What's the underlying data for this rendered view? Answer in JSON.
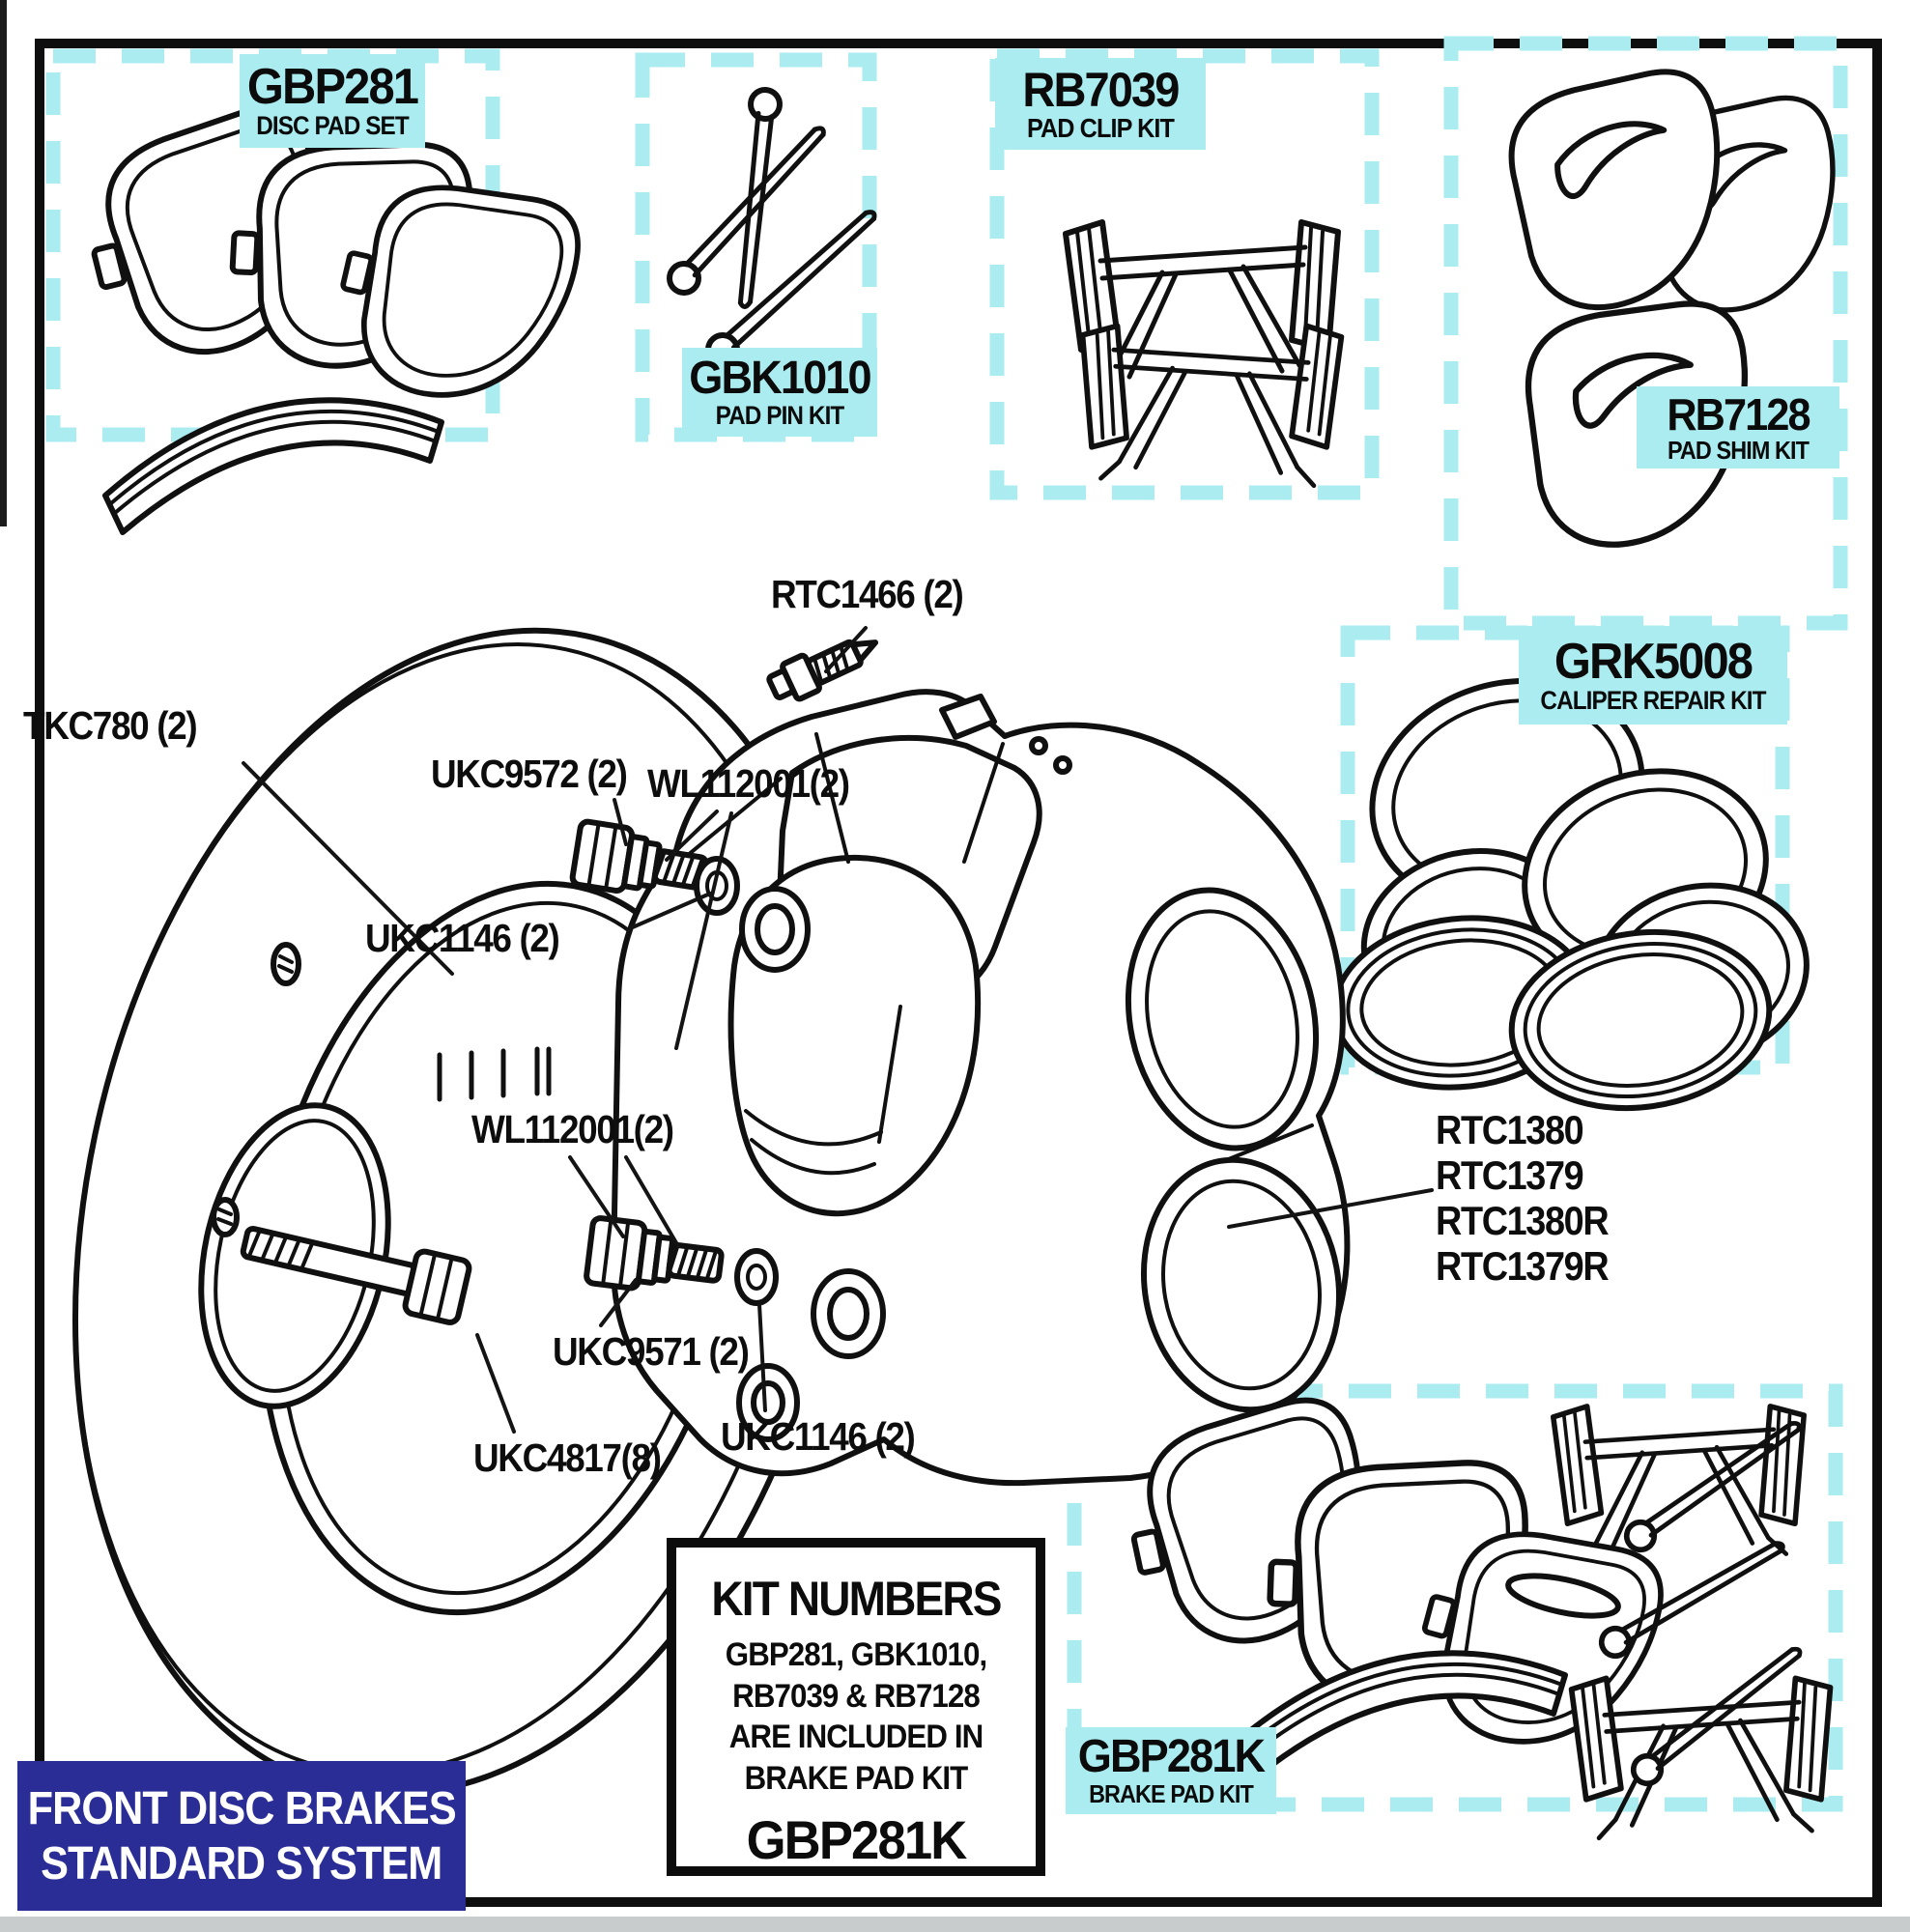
{
  "diagram": {
    "title_line1": "FRONT DISC BRAKES",
    "title_line2": "STANDARD SYSTEM",
    "colors": {
      "accent_cyan": "#abecf0",
      "title_blue": "#2b2d96",
      "ink": "#101010"
    },
    "kits": [
      {
        "code": "GBP281",
        "name": "DISC PAD SET"
      },
      {
        "code": "GBK1010",
        "name": "PAD PIN KIT"
      },
      {
        "code": "RB7039",
        "name": "PAD CLIP KIT"
      },
      {
        "code": "RB7128",
        "name": "PAD SHIM KIT"
      },
      {
        "code": "GRK5008",
        "name": "CALIPER REPAIR KIT"
      },
      {
        "code": "GBP281K",
        "name": "BRAKE PAD KIT"
      }
    ],
    "parts": [
      {
        "label": "RTC1466 (2)"
      },
      {
        "label": "TKC780 (2)"
      },
      {
        "label": "UKC9572 (2)"
      },
      {
        "label": "WL112001(2)"
      },
      {
        "label": "UKC1146 (2)"
      },
      {
        "label": "WL112001(2)"
      },
      {
        "label": "UKC9571 (2)"
      },
      {
        "label": "UKC4817(8)"
      },
      {
        "label": "UKC1146 (2)"
      }
    ],
    "caliper_part_numbers": [
      "RTC1380",
      "RTC1379",
      "RTC1380R",
      "RTC1379R"
    ],
    "kit_note": {
      "heading": "KIT NUMBERS",
      "body_lines": [
        "GBP281, GBK1010,",
        "RB7039 & RB7128",
        "ARE INCLUDED IN",
        "BRAKE PAD KIT"
      ],
      "kit_code": "GBP281K"
    }
  }
}
